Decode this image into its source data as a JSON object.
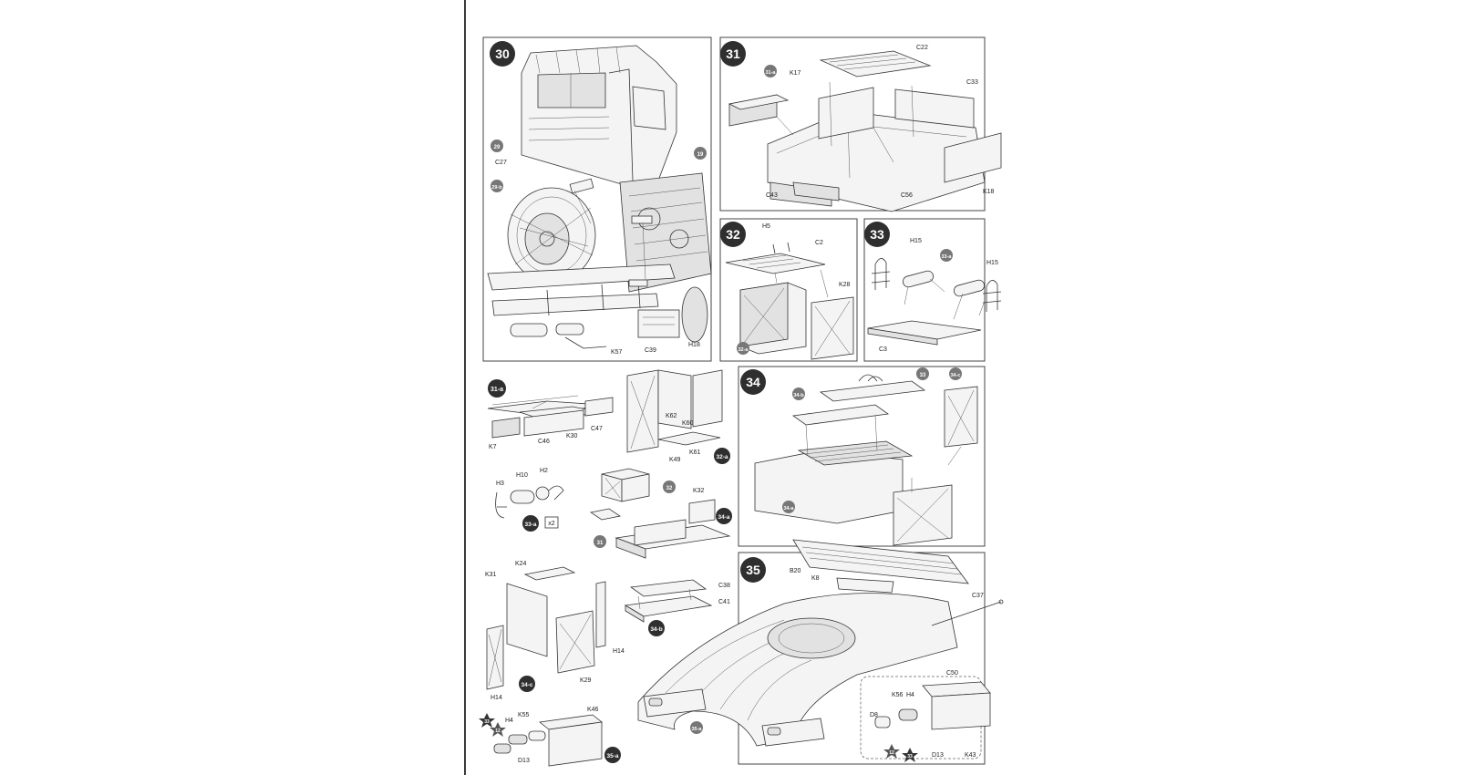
{
  "steps": {
    "s30": "30",
    "s31": "31",
    "s32": "32",
    "s33": "33",
    "s34": "34",
    "s35": "35"
  },
  "subs": {
    "a29": "29",
    "a29b": "29-b",
    "a19": "19",
    "a31a": "31-a",
    "a32a": "32-a",
    "a33a": "33-a",
    "a34b": "34-b",
    "a33": "33",
    "a34c": "34-c",
    "a34a": "34-a",
    "a32": "32",
    "a31": "31",
    "a35a": "35-a",
    "x2": "x2",
    "st33": "33",
    "st12": "12",
    "st12b": "12",
    "st33b": "33"
  },
  "labels": {
    "C27": "C27",
    "K57": "K57",
    "C39": "C39",
    "H18": "H18",
    "K17": "K17",
    "C22": "C22",
    "C33": "C33",
    "C43": "C43",
    "C56": "C56",
    "K18": "K18",
    "H5": "H5",
    "C2": "C2",
    "K28": "K28",
    "H15a": "H15",
    "H15b": "H15",
    "C3": "C3",
    "K7": "K7",
    "C46": "C46",
    "K30": "K30",
    "C47": "C47",
    "K62": "K62",
    "K60": "K60",
    "K49": "K49",
    "K61": "K61",
    "H3": "H3",
    "H10": "H10",
    "H2": "H2",
    "K32": "K32",
    "K24": "K24",
    "K31": "K31",
    "H14a": "H14",
    "H14b": "H14",
    "K29": "K29",
    "C38": "C38",
    "C41": "C41",
    "K55": "K55",
    "H4a": "H4",
    "K46": "K46",
    "D13a": "D13",
    "B20": "B20",
    "K8": "K8",
    "C37": "C37",
    "C50": "C50",
    "K56": "K56",
    "H4b": "H4",
    "D8": "D8",
    "D13b": "D13",
    "K43": "K43"
  }
}
